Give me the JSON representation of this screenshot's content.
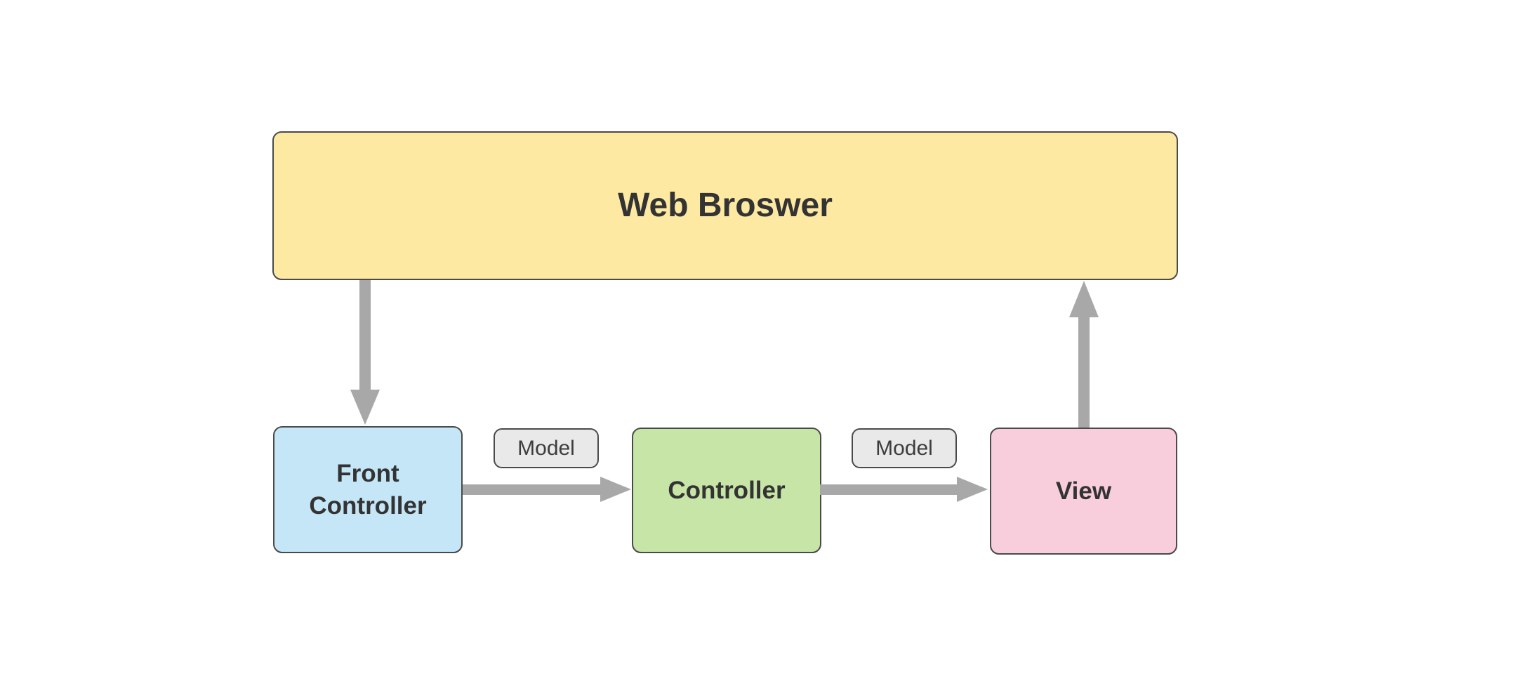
{
  "canvas": {
    "background": "#FFFFFF",
    "border_color": "#4A4A4A",
    "text_color": "#333333",
    "arrow_color": "#A8A8A8"
  },
  "diagram": {
    "type": "flowchart",
    "nodes": [
      {
        "id": "web-browser",
        "label": "Web Broswer",
        "fill": "#FDE9A1"
      },
      {
        "id": "front-controller",
        "label": "Front Controller",
        "fill": "#C5E6F7"
      },
      {
        "id": "controller",
        "label": "Controller",
        "fill": "#C7E5A7"
      },
      {
        "id": "view",
        "label": "View",
        "fill": "#F8CEDC"
      }
    ],
    "edge_labels": [
      {
        "id": "model-1",
        "label": "Model",
        "fill": "#E9E9E9"
      },
      {
        "id": "model-2",
        "label": "Model",
        "fill": "#E9E9E9"
      }
    ],
    "edges": [
      {
        "from": "web-browser",
        "to": "front-controller",
        "direction": "down",
        "label": ""
      },
      {
        "from": "front-controller",
        "to": "controller",
        "direction": "right",
        "label": "Model"
      },
      {
        "from": "controller",
        "to": "view",
        "direction": "right",
        "label": "Model"
      },
      {
        "from": "view",
        "to": "web-browser",
        "direction": "up",
        "label": ""
      }
    ]
  }
}
